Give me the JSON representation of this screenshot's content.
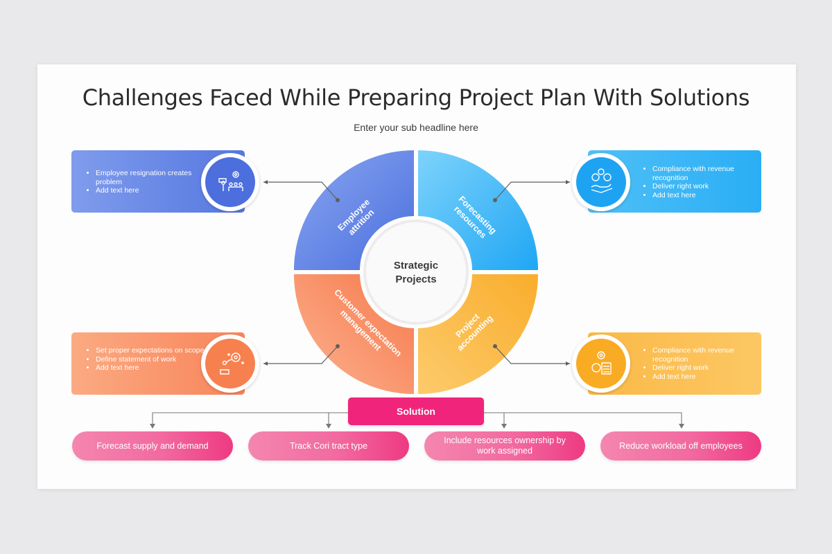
{
  "header": {
    "title": "Challenges Faced While Preparing Project Plan With Solutions",
    "subtitle": "Enter your sub headline here"
  },
  "center": {
    "label_line1": "Strategic",
    "label_line2": "Projects"
  },
  "segments": [
    {
      "line1": "Employee",
      "line2": "attrition",
      "color": "#5b7fe3"
    },
    {
      "line1": "Forecasting",
      "line2": "resources",
      "color": "#2ab0f5"
    },
    {
      "line1": "Customer expectation",
      "line2": "management",
      "color": "#f98b62"
    },
    {
      "line1": "Project",
      "line2": "accounting",
      "color": "#fbb53a"
    }
  ],
  "cards": {
    "top_left": {
      "icon": "team-meeting-icon",
      "items": [
        "Employee resignation creates problem",
        "Add text here"
      ]
    },
    "top_right": {
      "icon": "money-hand-icon",
      "items": [
        "Compliance with revenue recognition",
        "Deliver right work",
        "Add text here"
      ]
    },
    "bottom_left": {
      "icon": "ideas-person-icon",
      "items": [
        "Set proper expectations on scope",
        "Define statement of work",
        "Add text here"
      ]
    },
    "bottom_right": {
      "icon": "accounting-calculator-icon",
      "items": [
        "Compliance with revenue recognition",
        "Deliver right work",
        "Add text here"
      ]
    }
  },
  "solution": {
    "label": "Solution",
    "items": [
      "Forecast supply and demand",
      "Track Cori tract type",
      "Include resources ownership by work assigned",
      "Reduce workload off employees"
    ]
  }
}
